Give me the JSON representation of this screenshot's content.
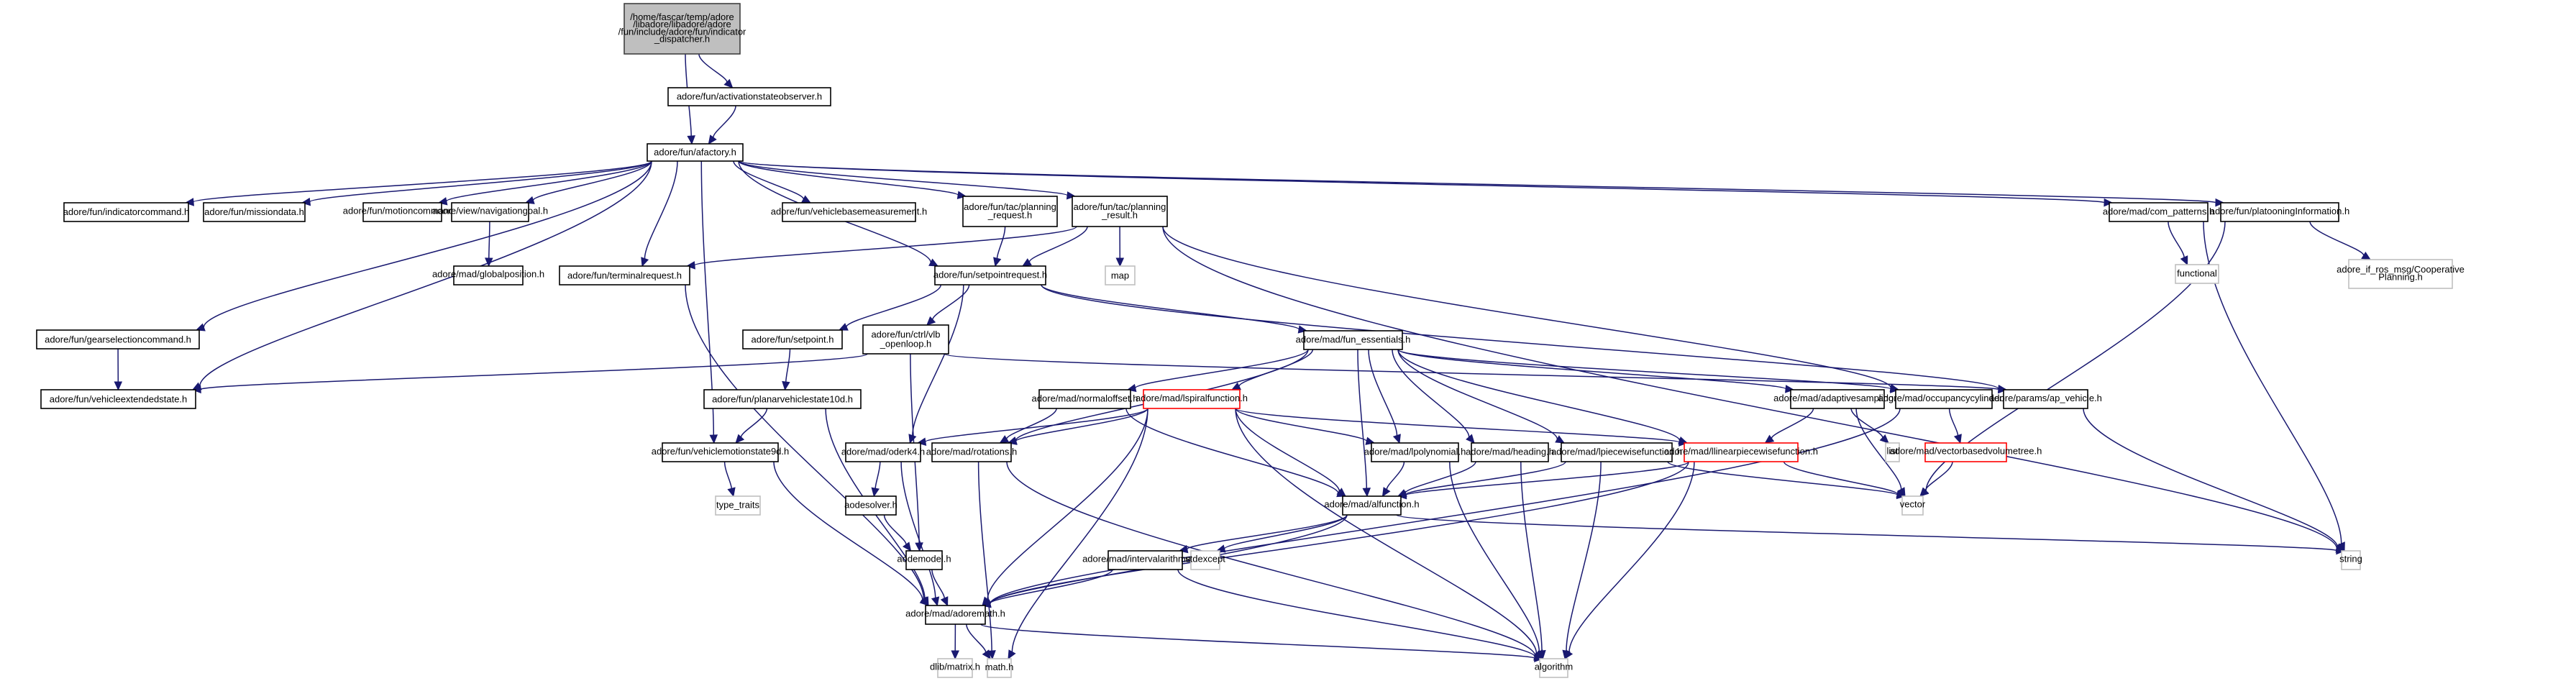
{
  "title": "Include dependency graph for indicator_dispatcher.h",
  "colors": {
    "edge": "#191970",
    "focus_fill": "#bfbfbf",
    "normal_border": "#000000",
    "external_border": "#bfbfbf",
    "truncated_border": "#ff0000"
  },
  "nodes": [
    {
      "id": "root",
      "label": "/home/fascar/temp/adore\n/libadore/libadore/adore\n/fun/include/adore/fun/indicator\n_dispatcher.h",
      "kind": "focus"
    },
    {
      "id": "activationstateobserver",
      "label": "adore/fun/activationstateobserver.h",
      "kind": "normal"
    },
    {
      "id": "afactory",
      "label": "adore/fun/afactory.h",
      "kind": "normal"
    },
    {
      "id": "indicatorcommand",
      "label": "adore/fun/indicatorcommand.h",
      "kind": "normal"
    },
    {
      "id": "missiondata",
      "label": "adore/fun/missiondata.h",
      "kind": "normal"
    },
    {
      "id": "motioncommand",
      "label": "adore/fun/motioncommand.h",
      "kind": "normal"
    },
    {
      "id": "navigationgoal",
      "label": "adore/view/navigationgoal.h",
      "kind": "normal"
    },
    {
      "id": "vehiclebasemeasurement",
      "label": "adore/fun/vehiclebasemeasurement.h",
      "kind": "normal"
    },
    {
      "id": "planning_request",
      "label": "adore/fun/tac/planning\n_request.h",
      "kind": "normal"
    },
    {
      "id": "planning_result",
      "label": "adore/fun/tac/planning\n_result.h",
      "kind": "normal"
    },
    {
      "id": "com_patterns",
      "label": "adore/mad/com_patterns.h",
      "kind": "normal"
    },
    {
      "id": "platooninginformation",
      "label": "adore/fun/platooningInformation.h",
      "kind": "normal"
    },
    {
      "id": "globalposition",
      "label": "adore/mad/globalposition.h",
      "kind": "normal"
    },
    {
      "id": "terminalrequest",
      "label": "adore/fun/terminalrequest.h",
      "kind": "normal"
    },
    {
      "id": "setpointrequest",
      "label": "adore/fun/setpointrequest.h",
      "kind": "normal"
    },
    {
      "id": "map",
      "label": "map",
      "kind": "external"
    },
    {
      "id": "functional",
      "label": "functional",
      "kind": "external"
    },
    {
      "id": "cooperativeplanning",
      "label": "adore_if_ros_msg/Cooperative\nPlanning.h",
      "kind": "external"
    },
    {
      "id": "gearselectioncommand",
      "label": "adore/fun/gearselectioncommand.h",
      "kind": "normal"
    },
    {
      "id": "vehicleextendedstate",
      "label": "adore/fun/vehicleextendedstate.h",
      "kind": "normal"
    },
    {
      "id": "setpoint",
      "label": "adore/fun/setpoint.h",
      "kind": "normal"
    },
    {
      "id": "vlb_openloop",
      "label": "adore/fun/ctrl/vlb\n_openloop.h",
      "kind": "normal"
    },
    {
      "id": "fun_essentials",
      "label": "adore/mad/fun_essentials.h",
      "kind": "normal"
    },
    {
      "id": "planarvehiclestate10d",
      "label": "adore/fun/planarvehiclestate10d.h",
      "kind": "normal"
    },
    {
      "id": "normaloffset",
      "label": "adore/mad/normaloffset.h",
      "kind": "normal"
    },
    {
      "id": "lspiralfunction",
      "label": "adore/mad/lspiralfunction.h",
      "kind": "truncated"
    },
    {
      "id": "adaptivesampling",
      "label": "adore/mad/adaptivesampling.h",
      "kind": "normal"
    },
    {
      "id": "occupancycylinder",
      "label": "adore/mad/occupancycylinder.h",
      "kind": "normal"
    },
    {
      "id": "ap_vehicle",
      "label": "adore/params/ap_vehicle.h",
      "kind": "normal"
    },
    {
      "id": "vehiclemotionstate9d",
      "label": "adore/fun/vehiclemotionstate9d.h",
      "kind": "normal"
    },
    {
      "id": "oderk4",
      "label": "adore/mad/oderk4.h",
      "kind": "normal"
    },
    {
      "id": "rotations",
      "label": "adore/mad/rotations.h",
      "kind": "normal"
    },
    {
      "id": "lpolynomial",
      "label": "adore/mad/lpolynomial.h",
      "kind": "normal"
    },
    {
      "id": "heading",
      "label": "adore/mad/heading.h",
      "kind": "normal"
    },
    {
      "id": "lpiecewisefunction",
      "label": "adore/mad/lpiecewisefunction.h",
      "kind": "normal"
    },
    {
      "id": "llinearpiecewisefunction",
      "label": "adore/mad/llinearpiecewisefunction.h",
      "kind": "truncated"
    },
    {
      "id": "list",
      "label": "list",
      "kind": "external"
    },
    {
      "id": "vectorbasedvolumetree",
      "label": "adore/mad/vectorbasedvolumetree.h",
      "kind": "truncated"
    },
    {
      "id": "type_traits",
      "label": "type_traits",
      "kind": "external"
    },
    {
      "id": "aodesolver",
      "label": "aodesolver.h",
      "kind": "normal"
    },
    {
      "id": "alfunction",
      "label": "adore/mad/alfunction.h",
      "kind": "normal"
    },
    {
      "id": "vector",
      "label": "vector",
      "kind": "external"
    },
    {
      "id": "aodemodel",
      "label": "aodemodel.h",
      "kind": "normal"
    },
    {
      "id": "intervalarithmetic",
      "label": "adore/mad/intervalarithmetic.h",
      "kind": "normal"
    },
    {
      "id": "stdexcept",
      "label": "stdexcept",
      "kind": "external"
    },
    {
      "id": "string",
      "label": "string",
      "kind": "external"
    },
    {
      "id": "adoremath",
      "label": "adore/mad/adoremath.h",
      "kind": "normal"
    },
    {
      "id": "dlib_matrix",
      "label": "dlib/matrix.h",
      "kind": "external"
    },
    {
      "id": "math",
      "label": "math.h",
      "kind": "external"
    },
    {
      "id": "algorithm",
      "label": "algorithm",
      "kind": "external"
    }
  ],
  "edges": [
    [
      "root",
      "activationstateobserver"
    ],
    [
      "root",
      "afactory"
    ],
    [
      "activationstateobserver",
      "afactory"
    ],
    [
      "afactory",
      "indicatorcommand"
    ],
    [
      "afactory",
      "missiondata"
    ],
    [
      "afactory",
      "motioncommand"
    ],
    [
      "afactory",
      "navigationgoal"
    ],
    [
      "afactory",
      "vehiclebasemeasurement"
    ],
    [
      "afactory",
      "planning_request"
    ],
    [
      "afactory",
      "planning_result"
    ],
    [
      "afactory",
      "com_patterns"
    ],
    [
      "afactory",
      "platooninginformation"
    ],
    [
      "afactory",
      "terminalrequest"
    ],
    [
      "afactory",
      "setpointrequest"
    ],
    [
      "afactory",
      "gearselectioncommand"
    ],
    [
      "afactory",
      "vehicleextendedstate"
    ],
    [
      "afactory",
      "vehiclemotionstate9d"
    ],
    [
      "navigationgoal",
      "globalposition"
    ],
    [
      "planning_request",
      "setpointrequest"
    ],
    [
      "planning_result",
      "terminalrequest"
    ],
    [
      "planning_result",
      "setpointrequest"
    ],
    [
      "planning_result",
      "map"
    ],
    [
      "planning_result",
      "occupancycylinder"
    ],
    [
      "planning_result",
      "string"
    ],
    [
      "com_patterns",
      "functional"
    ],
    [
      "com_patterns",
      "string"
    ],
    [
      "platooninginformation",
      "cooperativeplanning"
    ],
    [
      "platooninginformation",
      "vector"
    ],
    [
      "gearselectioncommand",
      "vehicleextendedstate"
    ],
    [
      "terminalrequest",
      "adoremath"
    ],
    [
      "setpointrequest",
      "setpoint"
    ],
    [
      "setpointrequest",
      "vlb_openloop"
    ],
    [
      "setpointrequest",
      "fun_essentials"
    ],
    [
      "setpointrequest",
      "oderk4"
    ],
    [
      "setpointrequest",
      "ap_vehicle"
    ],
    [
      "setpoint",
      "planarvehiclestate10d"
    ],
    [
      "vlb_openloop",
      "vehicleextendedstate"
    ],
    [
      "vlb_openloop",
      "ap_vehicle"
    ],
    [
      "vlb_openloop",
      "aodemodel"
    ],
    [
      "planarvehiclestate10d",
      "vehiclemotionstate9d"
    ],
    [
      "planarvehiclestate10d",
      "adoremath"
    ],
    [
      "vehiclemotionstate9d",
      "type_traits"
    ],
    [
      "vehiclemotionstate9d",
      "adoremath"
    ],
    [
      "fun_essentials",
      "normaloffset"
    ],
    [
      "fun_essentials",
      "lspiralfunction"
    ],
    [
      "fun_essentials",
      "adaptivesampling"
    ],
    [
      "fun_essentials",
      "occupancycylinder"
    ],
    [
      "fun_essentials",
      "rotations"
    ],
    [
      "fun_essentials",
      "lpolynomial"
    ],
    [
      "fun_essentials",
      "heading"
    ],
    [
      "fun_essentials",
      "lpiecewisefunction"
    ],
    [
      "fun_essentials",
      "llinearpiecewisefunction"
    ],
    [
      "fun_essentials",
      "alfunction"
    ],
    [
      "normaloffset",
      "rotations"
    ],
    [
      "normaloffset",
      "alfunction"
    ],
    [
      "lspiralfunction",
      "oderk4"
    ],
    [
      "lspiralfunction",
      "rotations"
    ],
    [
      "lspiralfunction",
      "lpolynomial"
    ],
    [
      "lspiralfunction",
      "llinearpiecewisefunction"
    ],
    [
      "lspiralfunction",
      "alfunction"
    ],
    [
      "lspiralfunction",
      "adoremath"
    ],
    [
      "lspiralfunction",
      "math"
    ],
    [
      "lspiralfunction",
      "algorithm"
    ],
    [
      "adaptivesampling",
      "llinearpiecewisefunction"
    ],
    [
      "adaptivesampling",
      "list"
    ],
    [
      "adaptivesampling",
      "vector"
    ],
    [
      "occupancycylinder",
      "vectorbasedvolumetree"
    ],
    [
      "occupancycylinder",
      "adoremath"
    ],
    [
      "ap_vehicle",
      "string"
    ],
    [
      "oderk4",
      "aodesolver"
    ],
    [
      "oderk4",
      "adoremath"
    ],
    [
      "aodesolver",
      "aodemodel"
    ],
    [
      "rotations",
      "math"
    ],
    [
      "rotations",
      "algorithm"
    ],
    [
      "lpolynomial",
      "alfunction"
    ],
    [
      "lpolynomial",
      "algorithm"
    ],
    [
      "heading",
      "alfunction"
    ],
    [
      "heading",
      "algorithm"
    ],
    [
      "lpiecewisefunction",
      "alfunction"
    ],
    [
      "lpiecewisefunction",
      "vector"
    ],
    [
      "lpiecewisefunction",
      "algorithm"
    ],
    [
      "llinearpiecewisefunction",
      "alfunction"
    ],
    [
      "llinearpiecewisefunction",
      "vector"
    ],
    [
      "llinearpiecewisefunction",
      "adoremath"
    ],
    [
      "llinearpiecewisefunction",
      "algorithm"
    ],
    [
      "vectorbasedvolumetree",
      "vector"
    ],
    [
      "alfunction",
      "intervalarithmetic"
    ],
    [
      "alfunction",
      "stdexcept"
    ],
    [
      "alfunction",
      "adoremath"
    ],
    [
      "alfunction",
      "string"
    ],
    [
      "intervalarithmetic",
      "adoremath"
    ],
    [
      "intervalarithmetic",
      "algorithm"
    ],
    [
      "aodemodel",
      "adoremath"
    ],
    [
      "adoremath",
      "dlib_matrix"
    ],
    [
      "adoremath",
      "math"
    ],
    [
      "adoremath",
      "algorithm"
    ]
  ]
}
